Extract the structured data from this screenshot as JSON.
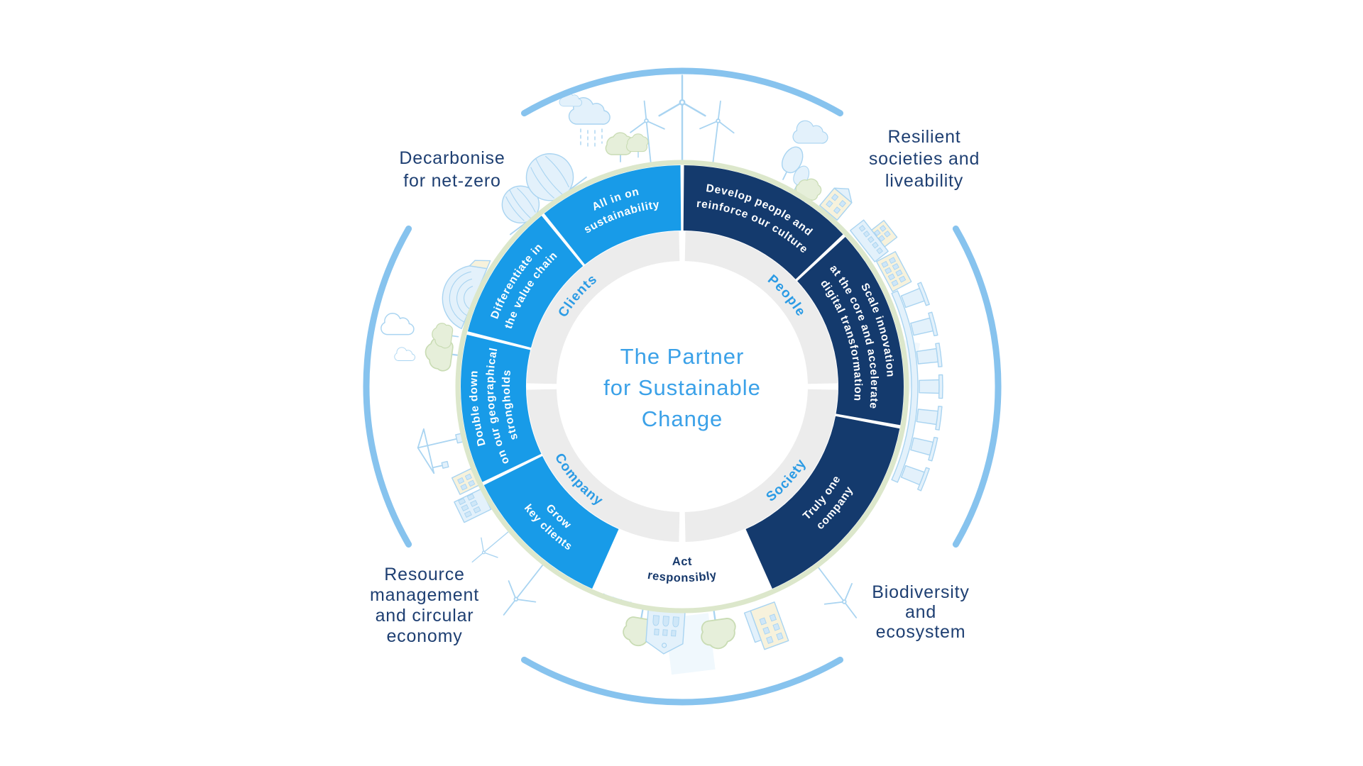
{
  "center": {
    "lines": [
      "The Partner",
      "for Sustainable",
      "Change"
    ],
    "color": "#3BA1E8"
  },
  "ring": {
    "segments": [
      {
        "name": "develop-people",
        "lines": [
          "Develop people and",
          "reinforce our culture"
        ],
        "color": "#143A6D",
        "start": 0.45,
        "end": 46.55,
        "text_bearing": 23.5,
        "line_radii": [
          277,
          254
        ],
        "flipped": false
      },
      {
        "name": "scale-innovation",
        "lines": [
          "Scale innovation",
          "at the core and accelerate",
          "digital transformation"
        ],
        "color": "#143A6D",
        "start": 47.45,
        "end": 100.05,
        "text_bearing": 74,
        "line_radii": [
          289,
          266,
          243
        ],
        "flipped": false
      },
      {
        "name": "truly-one-company",
        "lines": [
          "Truly one",
          "company"
        ],
        "color": "#143A6D",
        "start": 100.95,
        "end": 156,
        "text_bearing": 128.5,
        "line_radii": [
          258,
          281
        ],
        "flipped": true
      },
      {
        "name": "grow-key-clients",
        "lines": [
          "Grow",
          "key clients"
        ],
        "color": "#189BE8",
        "start": 204,
        "end": 243.55,
        "text_bearing": 223.5,
        "line_radii": [
          258,
          281
        ],
        "flipped": true
      },
      {
        "name": "double-down",
        "lines": [
          "Double down",
          "on our geographical",
          "strongholds"
        ],
        "color": "#189BE8",
        "start": 244.45,
        "end": 283.55,
        "text_bearing": 264,
        "line_radii": [
          289,
          266,
          243
        ],
        "flipped": false
      },
      {
        "name": "differentiate",
        "lines": [
          "Differentiate in",
          "the value chain"
        ],
        "color": "#189BE8",
        "start": 284.45,
        "end": 320.55,
        "text_bearing": 302.5,
        "line_radii": [
          277,
          254
        ],
        "flipped": false
      },
      {
        "name": "all-in-sustainability",
        "lines": [
          "All in on",
          "sustainability"
        ],
        "color": "#189BE8",
        "start": 321.45,
        "end": 359.55,
        "text_bearing": 340.5,
        "line_radii": [
          277,
          254
        ],
        "flipped": false
      }
    ],
    "base_label": {
      "name": "act-responsibly",
      "lines": [
        "Act",
        "responsibly"
      ],
      "text_bearing": 180,
      "line_radii": [
        252,
        275
      ],
      "flipped": true
    },
    "quadrants": [
      {
        "label": "Clients",
        "bearing": 311,
        "flipped": false
      },
      {
        "label": "People",
        "bearing": 49,
        "flipped": false
      },
      {
        "label": "Society",
        "bearing": 132,
        "flipped": true
      },
      {
        "label": "Company",
        "bearing": 228,
        "flipped": true
      }
    ],
    "gray_ring_color": "#ECECEC",
    "segment_text_color": "#FFFFFF",
    "quadrant_text_color": "#2B9BE5"
  },
  "corner_labels": {
    "top_left": {
      "lines": [
        "Decarbonise",
        "for net-zero"
      ]
    },
    "top_right": {
      "lines": [
        "Resilient",
        "societies and",
        "liveability"
      ]
    },
    "bottom_left": {
      "lines": [
        "Resource",
        "management",
        "and circular",
        "economy"
      ]
    },
    "bottom_right": {
      "lines": [
        "Biodiversity",
        "and",
        "ecosystem"
      ]
    },
    "color": "#1E3F72"
  },
  "colors": {
    "light_blue_segment": "#189BE8",
    "navy_segment": "#143A6D",
    "title_blue": "#3BA1E8",
    "corner_label_navy": "#1E3F72",
    "gray_ring": "#ECECEC",
    "green_ring": "#DCE7CB",
    "decorative_arc_blue": "#87C3EE",
    "illustration_line_blue": "#A9D4F1"
  },
  "illustrations": [
    "wind-turbine",
    "rain-cloud",
    "cloud",
    "leafy-trees",
    "storage-tanks",
    "stadium-building",
    "tower-crane",
    "apartment-buildings",
    "church-building",
    "awning-shop-building",
    "bridge-viaduct",
    "city-block-buildings"
  ]
}
